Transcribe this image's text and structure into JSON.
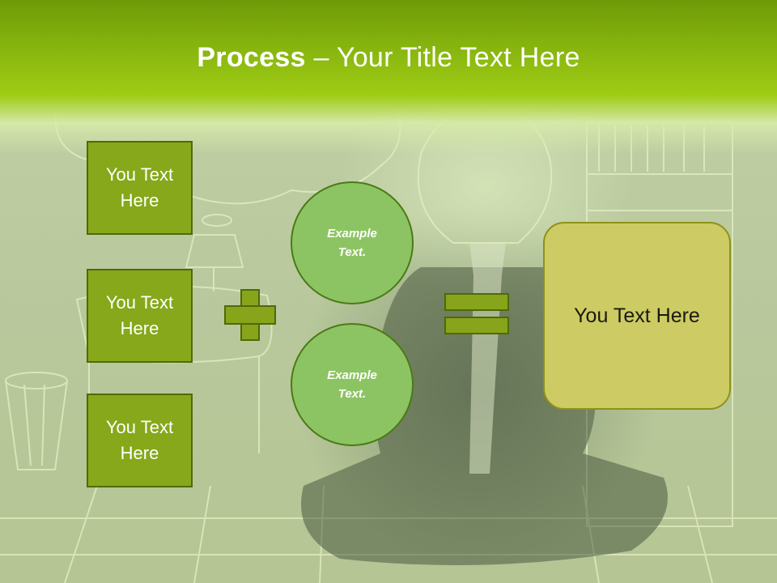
{
  "header": {
    "title_bold": "Process",
    "title_rest": " – Your Title Text Here"
  },
  "diagram": {
    "input_boxes": [
      {
        "label": "You Text Here"
      },
      {
        "label": "You Text Here"
      },
      {
        "label": "You Text Here"
      }
    ],
    "circles": [
      {
        "label": "Example Text."
      },
      {
        "label": "Example Text."
      }
    ],
    "result_box": {
      "label": "You Text Here"
    },
    "operators": [
      "plus",
      "equals"
    ]
  },
  "colors": {
    "header_green": "#86b40e",
    "box_fill": "#86a81a",
    "box_border": "#4f6a08",
    "circle_fill": "#8dc463",
    "result_fill": "#cdcb63"
  }
}
